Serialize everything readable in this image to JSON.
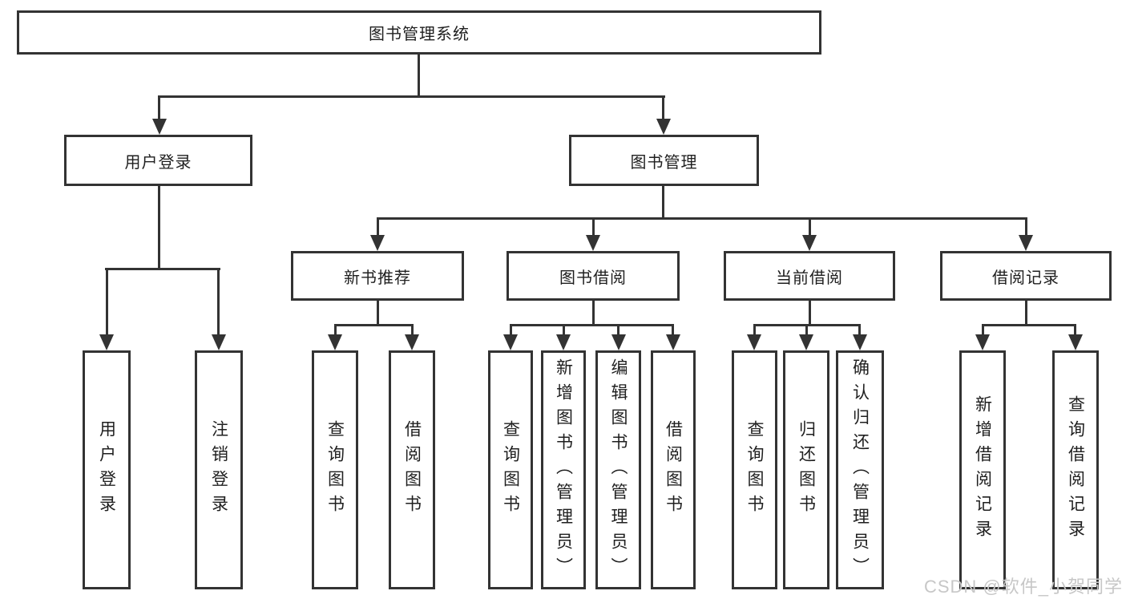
{
  "diagram_title": "图书管理系统",
  "tree": {
    "label": "图书管理系统",
    "children": [
      {
        "label": "用户登录",
        "children": [
          {
            "label": "用户登录"
          },
          {
            "label": "注销登录"
          }
        ]
      },
      {
        "label": "图书管理",
        "children": [
          {
            "label": "新书推荐",
            "children": [
              {
                "label": "查询图书"
              },
              {
                "label": "借阅图书"
              }
            ]
          },
          {
            "label": "图书借阅",
            "children": [
              {
                "label": "查询图书"
              },
              {
                "label": "新增图书（管理员）"
              },
              {
                "label": "编辑图书（管理员）"
              },
              {
                "label": "借阅图书"
              }
            ]
          },
          {
            "label": "当前借阅",
            "children": [
              {
                "label": "查询图书"
              },
              {
                "label": "归还图书"
              },
              {
                "label": "确认归还（管理员）"
              }
            ]
          },
          {
            "label": "借阅记录",
            "children": [
              {
                "label": "新增借阅记录"
              },
              {
                "label": "查询借阅记录"
              }
            ]
          }
        ]
      }
    ]
  },
  "watermark": "CSDN @软件_小贺同学",
  "colors": {
    "line": "#333333",
    "text": "#1f1f1f",
    "watermark": "#c7c7c7",
    "background": "#ffffff"
  }
}
